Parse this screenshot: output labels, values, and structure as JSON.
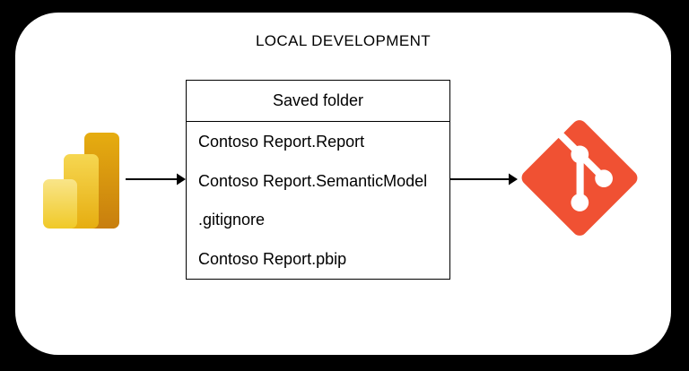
{
  "title": "LOCAL DEVELOPMENT",
  "folder_box": {
    "header": "Saved folder",
    "items": [
      "Contoso Report.Report",
      "Contoso Report.SemanticModel",
      ".gitignore",
      "Contoso Report.pbip"
    ]
  },
  "icons": {
    "powerbi": {
      "label": "power-bi-logo",
      "bar_back": {
        "top": "#E6AD10",
        "bottom": "#C87E0E"
      },
      "bar_mid": {
        "top": "#F6D751",
        "bottom": "#E6AD10"
      },
      "bar_front": {
        "top": "#F9E589",
        "bottom": "#F0C928"
      }
    },
    "git": {
      "label": "git-logo",
      "color": "#F05133"
    }
  },
  "colors": {
    "background": "#000000",
    "card": "#ffffff",
    "line": "#000000"
  }
}
